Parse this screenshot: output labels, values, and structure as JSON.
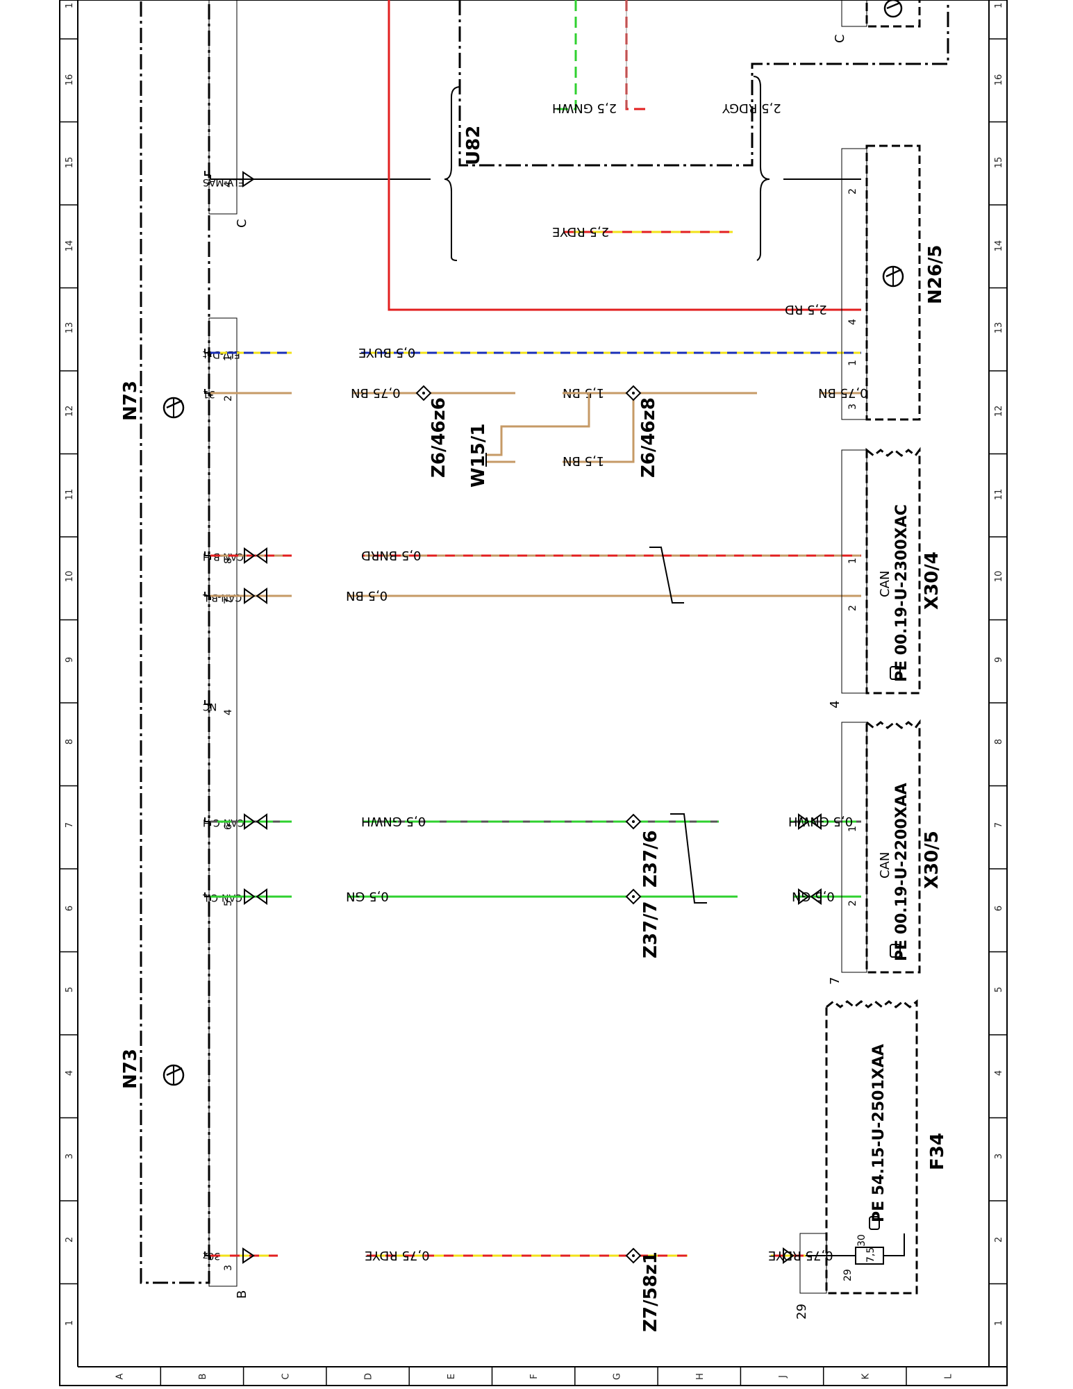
{
  "grid": {
    "rows": [
      "1",
      "2",
      "3",
      "4",
      "5",
      "6",
      "7",
      "8",
      "9",
      "10",
      "11",
      "12",
      "13",
      "14",
      "15",
      "16",
      "1"
    ],
    "cols": [
      "A",
      "B",
      "C",
      "D",
      "E",
      "F",
      "G",
      "H",
      "J",
      "K",
      "L"
    ]
  },
  "components": {
    "n73_top": "N73",
    "n73_bottom": "N73",
    "u82": "U82",
    "n26_5": "N26/5",
    "x30_4": "X30/4",
    "x30_4_part": "PE 00.19-U-2300XAC",
    "x30_4_sub": "CAN",
    "x30_5": "X30/5",
    "x30_5_part": "PE 00.19-U-2200XAA",
    "x30_5_sub": "CAN",
    "f34": "F34",
    "f34_part": "PE 54.15-U-2501XAA",
    "fuse_value": "7,5",
    "fuse_pin_a": "30",
    "fuse_pin_b": "29"
  },
  "splices": {
    "z6_46z6": "Z6/46z6",
    "z6_46z8": "Z6/46z8",
    "w15_1": "W15/1",
    "z37_6": "Z37/6",
    "z37_7": "Z37/7",
    "z7_58z1": "Z7/58z1"
  },
  "connectors": {
    "c_top": "C",
    "c_u82": "C",
    "b_bottom": "B",
    "x30_4_ref": "4",
    "x30_5_ref": "7",
    "f34_ref": "29"
  },
  "n73_pins": [
    {
      "signal": "ELV-MAS",
      "pin": "4"
    },
    {
      "signal": "ELV-Dat",
      "pin": "1"
    },
    {
      "signal": "31",
      "pin": "2"
    },
    {
      "signal": "CAN-B H",
      "pin": "8"
    },
    {
      "signal": "CAN-B L",
      "pin": "7"
    },
    {
      "signal": "NC",
      "pin": "4"
    },
    {
      "signal": "CAN-C H",
      "pin": "6"
    },
    {
      "signal": "CAN-C L",
      "pin": "5"
    },
    {
      "signal": "30z",
      "pin": "3"
    }
  ],
  "wires": {
    "rd_2_5": "2,5 RD",
    "gnwh_2_5": "2,5 GNWH",
    "rdgy_2_5": "2,5 RDGY",
    "rdye_2_5": "2,5 RDYE",
    "buye_0_5": "0,5 BUYE",
    "bn_0_75_a": "0,75 BN",
    "bn_1_5_a": "1,5 BN",
    "bn_0_75_b": "0,75 BN",
    "bn_1_5_b": "1,5 BN",
    "bnrd_0_5": "0,5 BNRD",
    "bn_0_5": "0,5 BN",
    "gnwh_0_5_a": "0,5 GNWH",
    "gnwh_0_5_b": "0,5 GNWH",
    "gn_0_5_a": "0,5 GN",
    "gn_0_5_b": "0,5 GN",
    "rdye_0_75_a": "0,75 RDYE",
    "rdye_0_75_b": "0,75 RDYE"
  },
  "n26_pins": [
    "2",
    "4",
    "1",
    "3"
  ],
  "x30_4_pins": [
    "1",
    "2"
  ],
  "x30_5_pins": [
    "1",
    "2"
  ],
  "wire_colors": {
    "red": "#e21f1f",
    "green": "#2fd12f",
    "yellow": "#f2e21a",
    "blue": "#1a2fb5",
    "brown": "#c69a66",
    "grey": "#8c8c8c",
    "white": "#ffffff"
  }
}
